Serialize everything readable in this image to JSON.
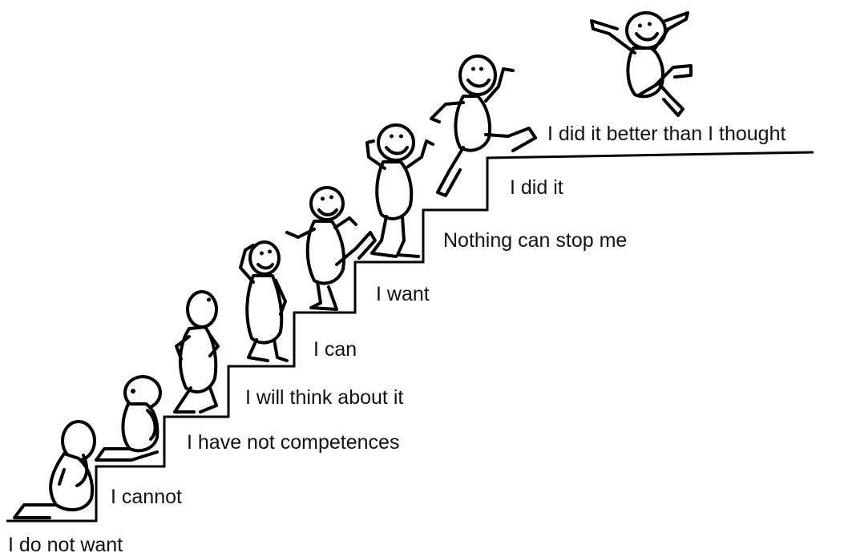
{
  "labels": {
    "step0": "I do not want",
    "step1": "I cannot",
    "step2": "I have not competences",
    "step3": "I will think about it",
    "step4": "I can",
    "step5": "I want",
    "step6": "Nothing can stop me",
    "step7": "I did it",
    "step8": "I did it better than I thought"
  },
  "icons": [
    "staircase-icon",
    "stick-figure-icon"
  ],
  "colors": {
    "ink": "#000000",
    "background": "#ffffff"
  }
}
